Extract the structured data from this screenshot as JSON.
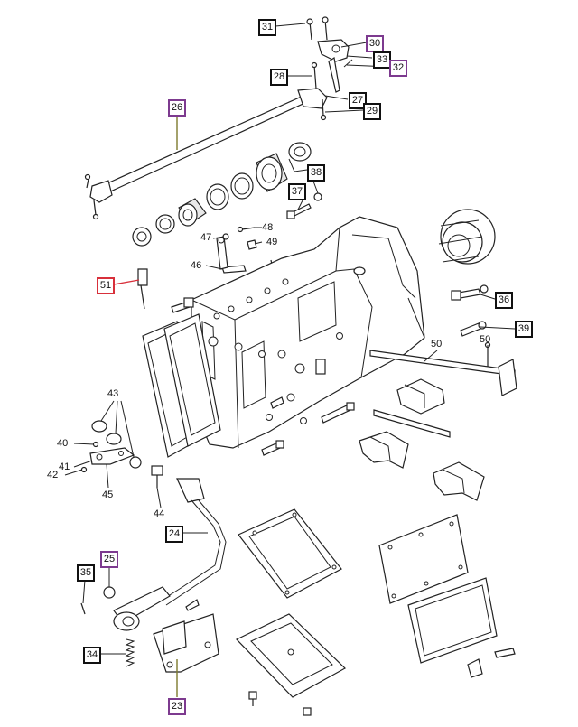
{
  "callouts": {
    "c23": "23",
    "c24": "24",
    "c25": "25",
    "c26": "26",
    "c27": "27",
    "c28": "28",
    "c29": "29",
    "c30": "30",
    "c31": "31",
    "c32": "32",
    "c33": "33",
    "c34": "34",
    "c35": "35",
    "c36": "36",
    "c37": "37",
    "c38": "38",
    "c39": "39",
    "c40": "40",
    "c41": "41",
    "c42": "42",
    "c43": "43",
    "c44": "44",
    "c45": "45",
    "c46": "46",
    "c47": "47",
    "c48": "48",
    "c49": "49",
    "c50a": "50",
    "c50b": "50",
    "c51": "51"
  },
  "colors": {
    "black_box": "#111111",
    "purple_box": "#7d3a8f",
    "red_box": "#d8303b",
    "olive_leader": "#7c7a2c"
  }
}
